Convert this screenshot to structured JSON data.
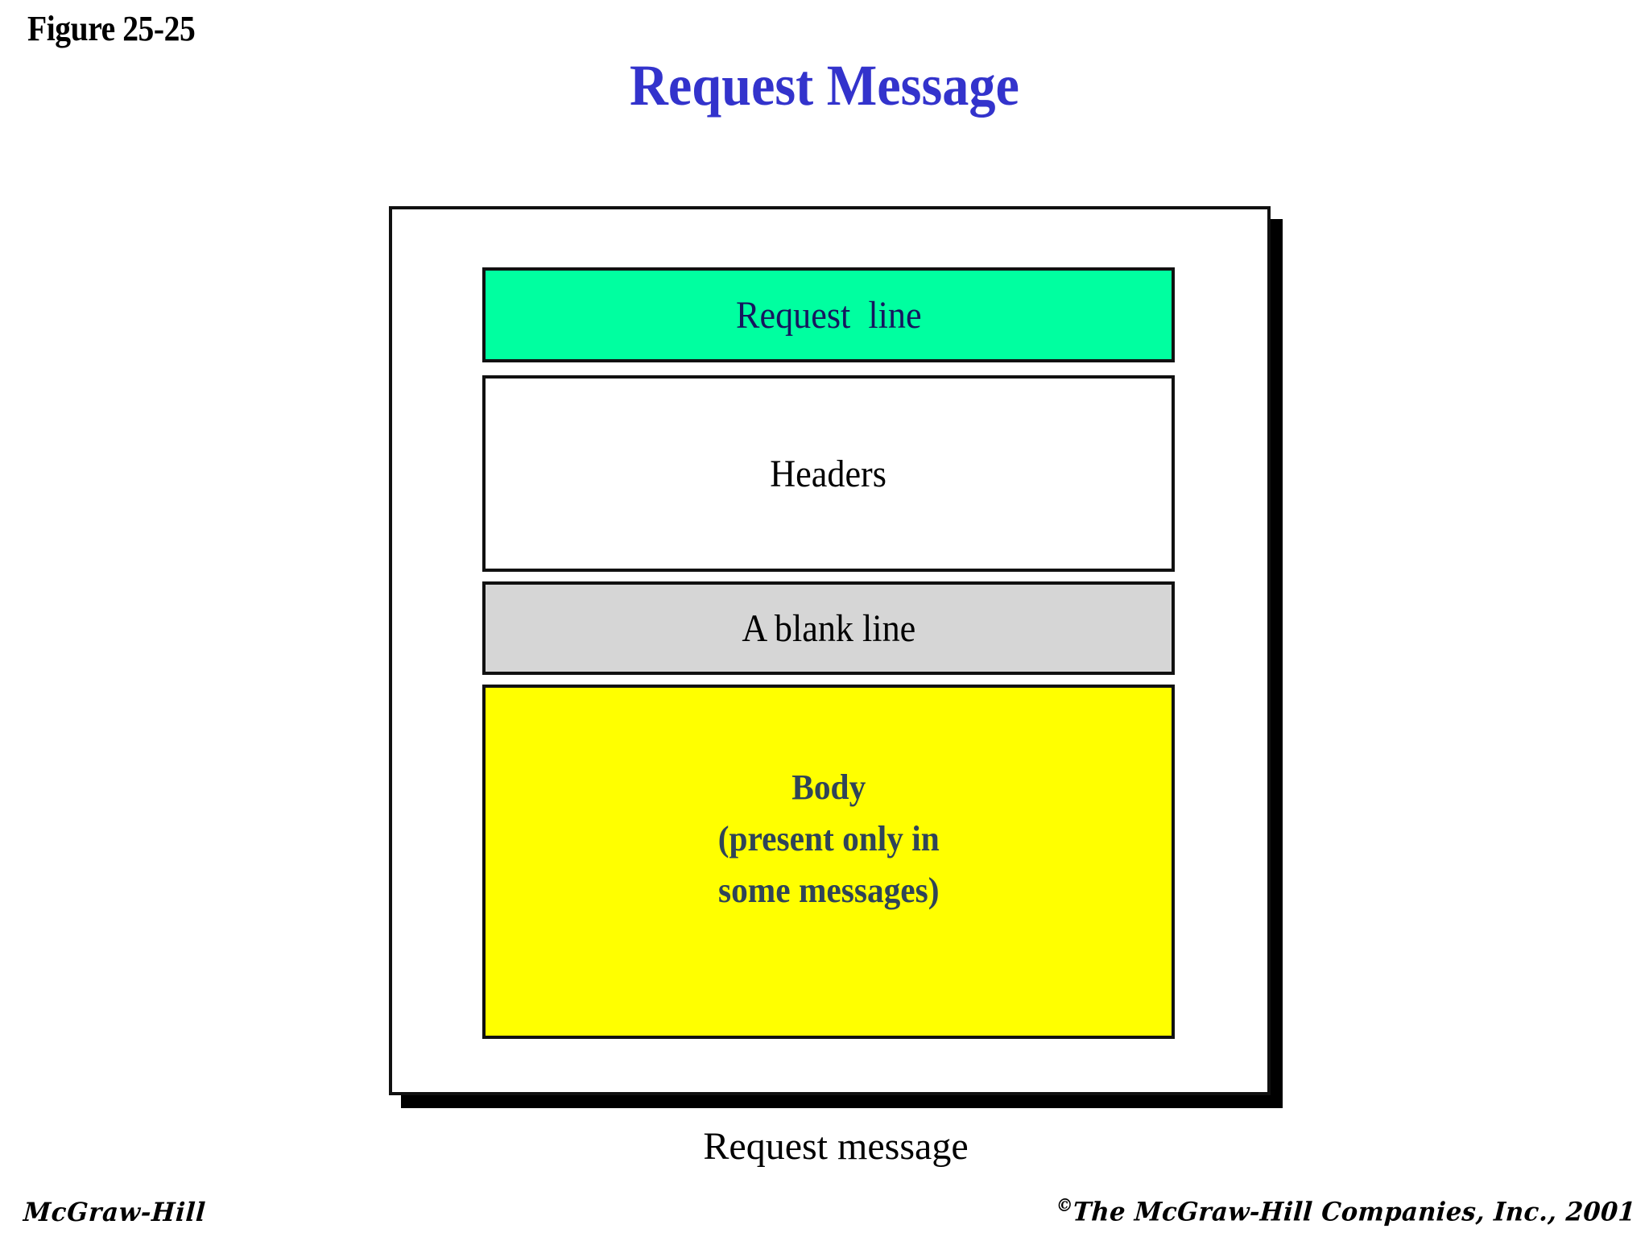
{
  "figure": {
    "label": "Figure 25-25"
  },
  "title": {
    "text": "Request Message",
    "color": "#3333cc"
  },
  "diagram": {
    "caption": "Request message",
    "frame": {
      "border_color": "#111111",
      "fill": "#ffffff",
      "shadow_color": "#000000"
    },
    "segments": [
      {
        "name": "request-line",
        "label": "Request  line",
        "fill": "#00ffa0",
        "text_color": "#16165e",
        "bold": false
      },
      {
        "name": "headers",
        "label": "Headers",
        "fill": "#ffffff",
        "text_color": "#000000",
        "bold": false
      },
      {
        "name": "blank-line",
        "label": "A blank line",
        "fill": "#d6d6d6",
        "text_color": "#000000",
        "bold": false
      },
      {
        "name": "body",
        "label_lines": [
          "Body",
          "(present only in",
          "some messages)"
        ],
        "fill": "#ffff00",
        "text_color": "#2f4458",
        "bold": true
      }
    ]
  },
  "footer": {
    "left": "McGraw-Hill",
    "copyright_symbol": "©",
    "right": "The McGraw-Hill Companies, Inc., 2001"
  }
}
